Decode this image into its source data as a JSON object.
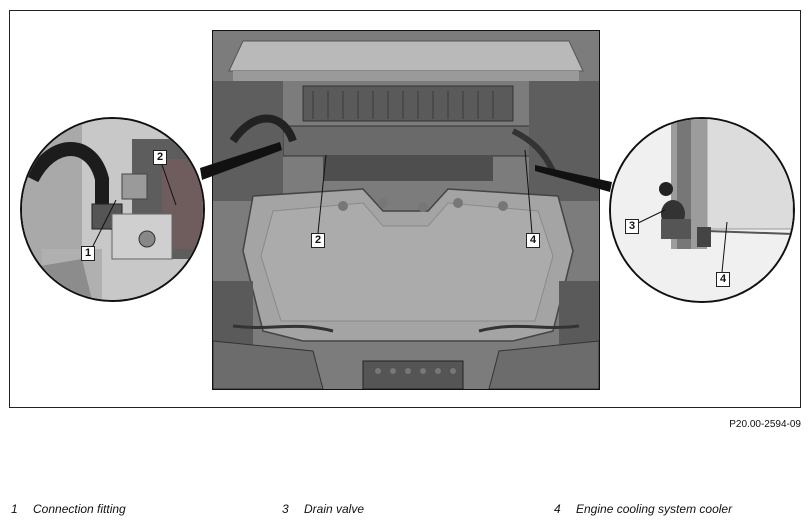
{
  "callouts": {
    "c1": "1",
    "c2_zoom": "2",
    "c2_main": "2",
    "c3": "3",
    "c4_main": "4",
    "c4_zoom": "4"
  },
  "figure_code": "P20.00-2594-09",
  "legend": [
    {
      "number": "1",
      "label": "Connection fitting"
    },
    {
      "number": "3",
      "label": "Drain valve"
    },
    {
      "number": "4",
      "label": "Engine cooling system cooler"
    }
  ]
}
